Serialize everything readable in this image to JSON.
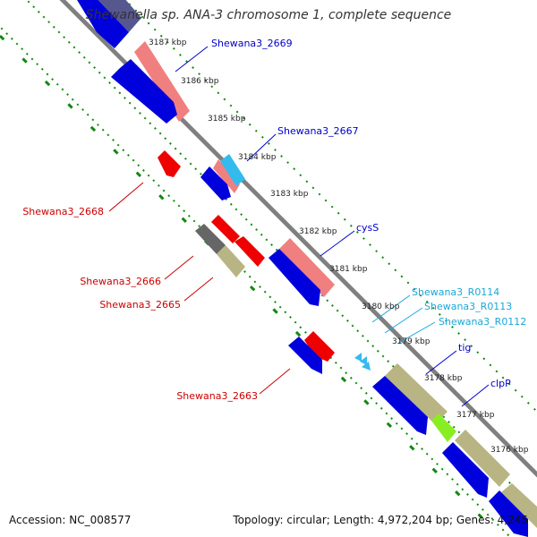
{
  "title": "Shewanella sp. ANA-3 chromosome 1, complete sequence",
  "footer": {
    "accession": "Accession: NC_008577",
    "summary": "Topology: circular; Length: 4,972,204 bp; Genes: 4,245"
  },
  "ticks": [
    "3187 kbp",
    "3186 kbp",
    "3185 kbp",
    "3184 kbp",
    "3183 kbp",
    "3182 kbp",
    "3181 kbp",
    "3180 kbp",
    "3179 kbp",
    "3178 kbp",
    "3177 kbp",
    "3176 kbp"
  ],
  "labels": [
    "Shewana3_2669",
    "Shewana3_2667",
    "cysS",
    "Shewana3_R0114",
    "Shewana3_R0113",
    "Shewana3_R0112",
    "tig",
    "clpP",
    "Shewana3_2668",
    "Shewana3_2666",
    "Shewana3_2665",
    "Shewana3_2663"
  ],
  "colors": {
    "backbone": "#7f7f7f",
    "cds_forward": "#0000dd",
    "cds_reverse": "#ee0000",
    "gene_forward": "#f08080",
    "gene_khaki": "#b8b484",
    "gene_dark": "#666666",
    "trna": "#33bbee",
    "rrna": "#88ee22",
    "label_blue": "#0000cc",
    "label_red": "#cc0000",
    "label_cyan": "#1aa7d8",
    "gc_dots": "#118811"
  }
}
